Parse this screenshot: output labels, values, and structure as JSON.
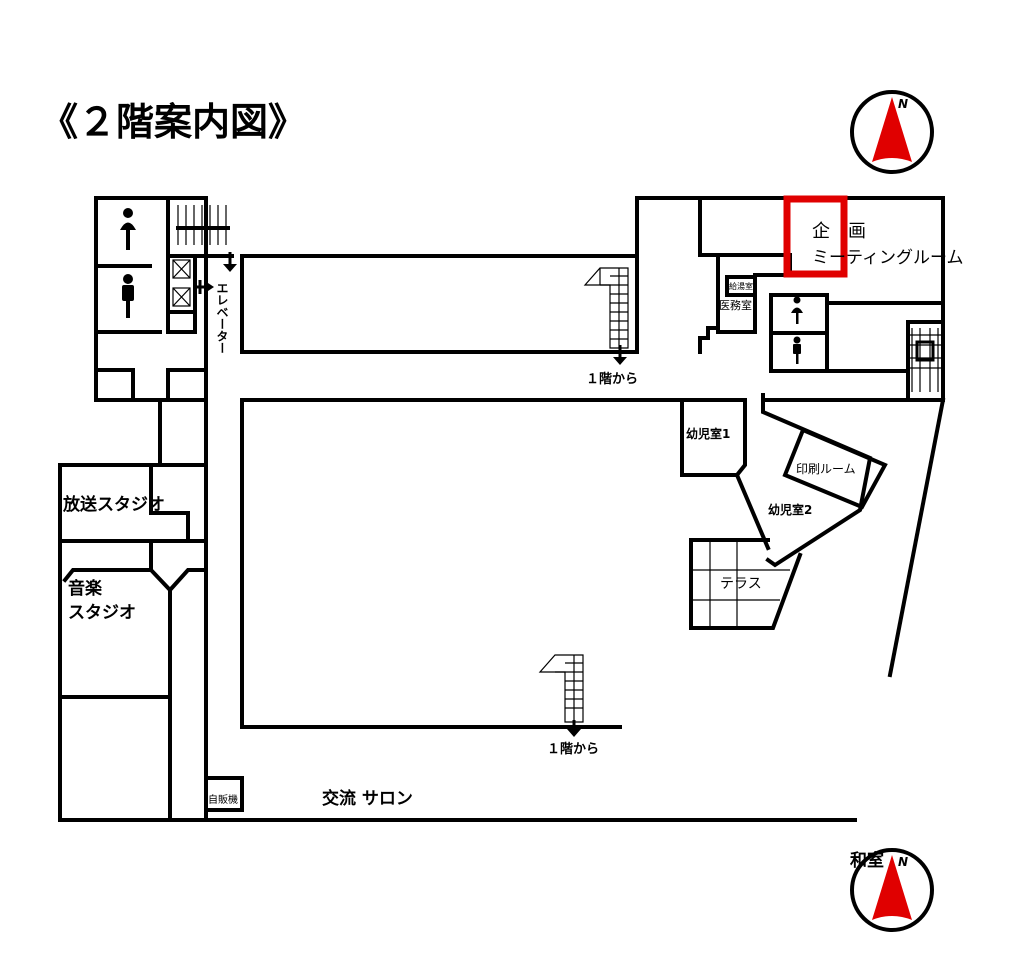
{
  "title": "《２階案内図》",
  "colors": {
    "highlight": "#e00000",
    "compass": "#e00000",
    "wall": "#000000"
  },
  "rooms": {
    "elevator": "エレベーター",
    "stairs_from_1f_a": "１階から",
    "stairs_from_1f_b": "１階から",
    "planning_1": "企",
    "planning_2": "画",
    "meeting_room": "ミーティングルーム",
    "kitchenette": "給湯室",
    "medical_room": "医務室",
    "nursery_1": "幼児室1",
    "nursery_2": "幼児室2",
    "print_room": "印刷ルーム",
    "terrace": "テラス",
    "broadcast_studio": "放送スタジオ",
    "music_studio_1": "音楽",
    "music_studio_2": "スタジオ",
    "vending_machine": "自販機",
    "salon": "交流 サロン",
    "japanese_room": "和室"
  },
  "compass": {
    "north_label": "N",
    "icon": "north-arrow-icon"
  },
  "icons": [
    "female-restroom-icon",
    "male-restroom-icon",
    "stairs-icon",
    "elevator-icon",
    "arrow-icon"
  ]
}
